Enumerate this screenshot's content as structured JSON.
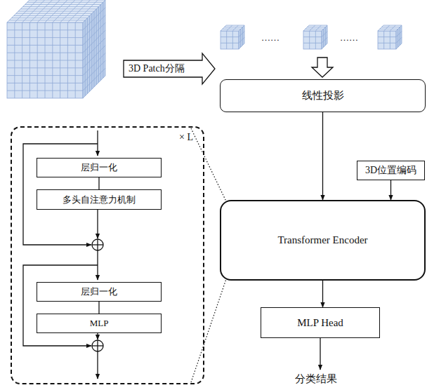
{
  "diagram": {
    "nodes": [
      {
        "text": [
          "线性投影"
        ]
      },
      {
        "text": [
          "3D位置编码"
        ]
      },
      {
        "text": [
          "Transformer Encoder"
        ]
      },
      {
        "text": [
          "MLP Head"
        ]
      },
      {
        "text": [
          "× L"
        ]
      },
      {
        "text": [
          "层归一化"
        ],
        "in": 4
      },
      {
        "text": [
          "多头自注意力机制"
        ],
        "in": 4
      },
      {
        "text": [
          "层归一化"
        ],
        "in": 4
      },
      {
        "text": [
          "MLP"
        ],
        "in": 4
      }
    ],
    "edges": [
      {
        "from": 0,
        "to": 2,
        "arrow": "to"
      },
      {
        "from": 1,
        "to": 2,
        "arrow": "to"
      },
      {
        "from": 2,
        "to": 3,
        "arrow": "to"
      },
      {
        "from": 5,
        "to": 6,
        "arrow": "none"
      },
      {
        "from": 7,
        "to": 8,
        "arrow": "none"
      }
    ],
    "labels": [
      "3D Patch分隔",
      "……",
      "……",
      "分类结果"
    ]
  }
}
